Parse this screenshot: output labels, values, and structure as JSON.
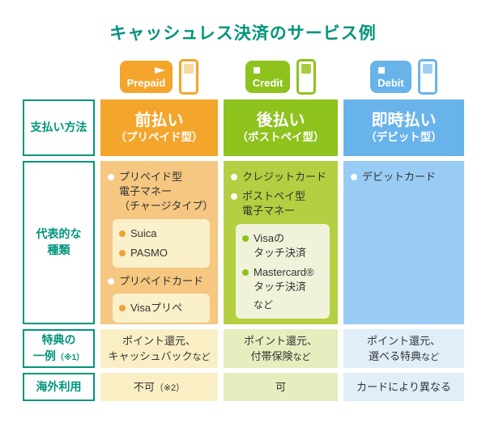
{
  "title": "キャッシュレス決済のサービス例",
  "colors": {
    "teal_accent": "#00947C",
    "orange_header": "#F4A52C",
    "orange_body": "#F5C781",
    "orange_inner_box": "#FAF0CA",
    "orange_chip": "#F8D7A2",
    "green_header": "#8EC21D",
    "green_body": "#B4CF41",
    "green_inner_box": "#F0F3DA",
    "blue_header": "#69B3EB",
    "blue_body": "#99CCF5",
    "row_yellow": "#FAEFC4",
    "row_green": "#E5EEBE",
    "row_blue": "#DFEEF9",
    "text_dark": "#333333"
  },
  "legend": {
    "prepaid_label": "Prepaid",
    "credit_label": "Credit",
    "debit_label": "Debit"
  },
  "row_headers": {
    "payment_method": "支払い方法",
    "types": "代表的な\n種類",
    "benefits_main": "特典の\n一例",
    "benefits_note": "（※1）",
    "overseas": "海外利用"
  },
  "prepaid": {
    "header_main": "前払い",
    "header_sub": "（プリペイド型）",
    "item1": "プリペイド型\n電子マネー\n（チャージタイプ）",
    "box1": {
      "item1": "Suica",
      "item2": "PASMO"
    },
    "item2": "プリペイドカード",
    "box2": {
      "item1": "Visaプリペ"
    },
    "benefits_main": "ポイント還元、\nキャッシュバック",
    "benefits_suffix": "など",
    "overseas_main": "不可",
    "overseas_note": "（※2）"
  },
  "credit": {
    "header_main": "後払い",
    "header_sub": "（ポストペイ型）",
    "item1": "クレジットカード",
    "item2": "ポストペイ型\n電子マネー",
    "box1": {
      "item1": "Visaの\nタッチ決済",
      "item2": "Mastercard®\nタッチ決済",
      "note": "など"
    },
    "benefits_main": "ポイント還元、\n付帯保険",
    "benefits_suffix": "など",
    "overseas_main": "可"
  },
  "debit": {
    "header_main": "即時払い",
    "header_sub": "（デビット型）",
    "item1": "デビットカード",
    "benefits_main": "ポイント還元、\n選べる特典",
    "benefits_suffix": "など",
    "overseas_main": "カードにより異なる"
  }
}
